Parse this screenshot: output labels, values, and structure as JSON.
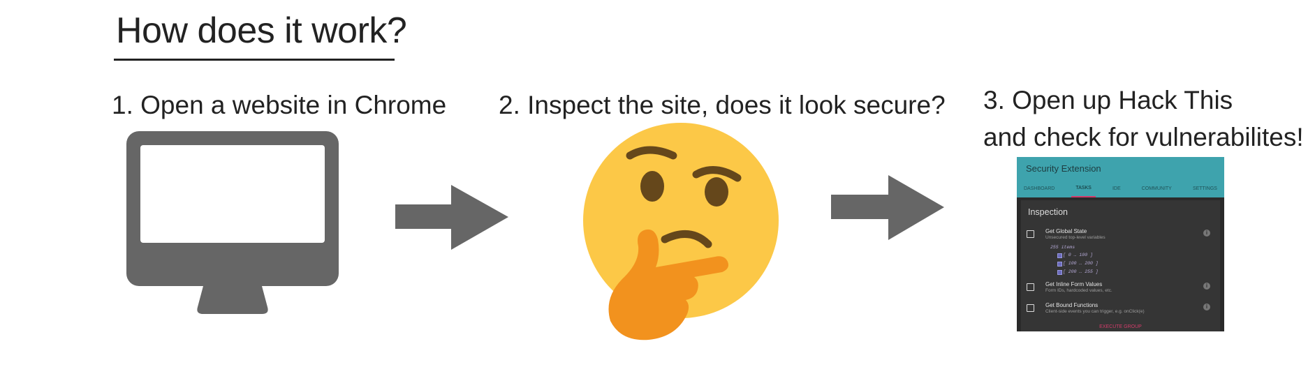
{
  "title": "How does it work?",
  "steps": {
    "step1": "1. Open a website in Chrome",
    "step2": "2. Inspect the site, does it look secure?",
    "step3_line1": "3. Open up Hack This",
    "step3_line2": "and check for vulnerabilites!"
  },
  "icons": {
    "monitor": "computer-monitor-icon",
    "arrow": "right-arrow-icon",
    "thinking": "thinking-face-emoji"
  },
  "colors": {
    "icon_gray": "#666666",
    "emoji_yellow": "#FCC847",
    "emoji_orange": "#F2921E",
    "extension_teal": "#3EA3AD",
    "extension_pink": "#D23C6A"
  },
  "extension": {
    "header_title": "Security Extension",
    "tabs": [
      "DASHBOARD",
      "TASKS",
      "IDE",
      "COMMUNITY",
      "SETTINGS"
    ],
    "active_tab": "TASKS",
    "section_title": "Inspection",
    "items": [
      {
        "title": "Get Global State",
        "subtitle": "Unsecured top-level variables"
      },
      {
        "title": "Get Inline Form Values",
        "subtitle": "Form IDs, hardcoded values, etc."
      },
      {
        "title": "Get Bound Functions",
        "subtitle": "Client-side events you can trigger, e.g. onClick(e)"
      }
    ],
    "global_count": "255 items",
    "ranges": [
      "[ 0 … 100 ]",
      "[ 100 … 200 ]",
      "[ 200 … 255 ]"
    ],
    "execute_label": "EXECUTE GROUP"
  }
}
